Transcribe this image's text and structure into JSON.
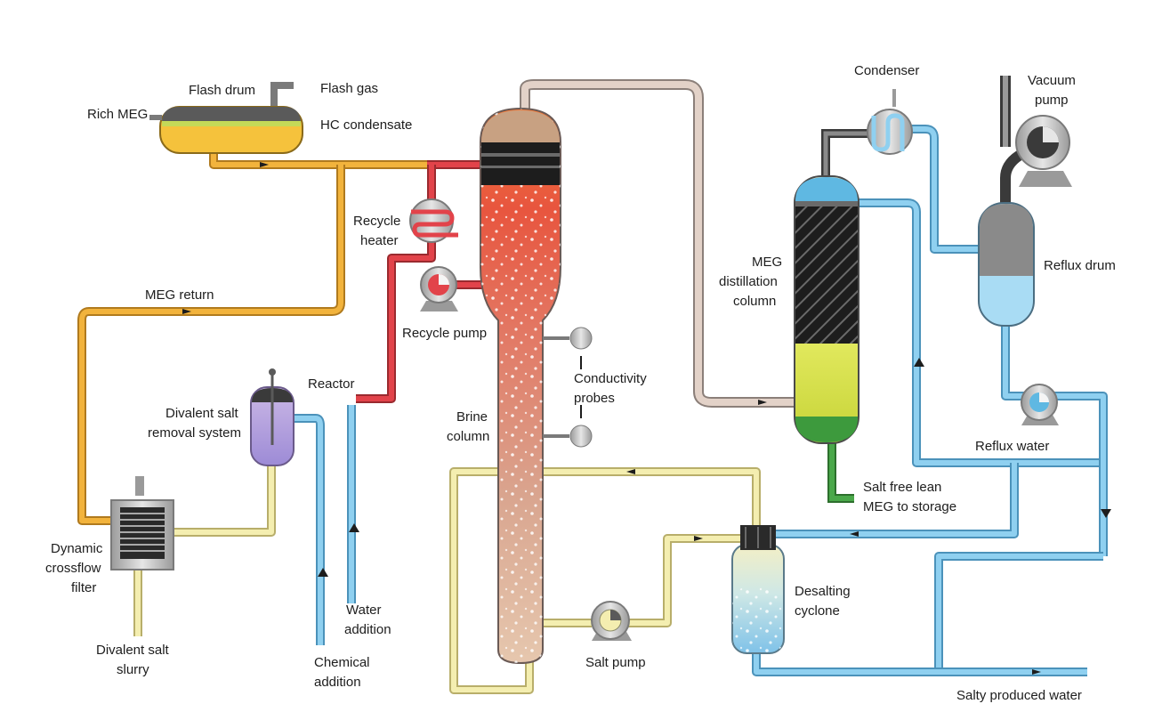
{
  "labels": {
    "flash_drum": "Flash drum",
    "flash_gas": "Flash gas",
    "rich_meg": "Rich MEG",
    "hc_condensate": "HC condensate",
    "recycle_heater_1": "Recycle",
    "recycle_heater_2": "heater",
    "recycle_pump": "Recycle pump",
    "meg_return": "MEG return",
    "reactor": "Reactor",
    "divalent_salt_removal_1": "Divalent salt",
    "divalent_salt_removal_2": "removal system",
    "dynamic_filter_1": "Dynamic",
    "dynamic_filter_2": "crossflow",
    "dynamic_filter_3": "filter",
    "divalent_slurry_1": "Divalent salt",
    "divalent_slurry_2": "slurry",
    "water_addition_1": "Water",
    "water_addition_2": "addition",
    "chemical_addition_1": "Chemical",
    "chemical_addition_2": "addition",
    "conductivity_probes_1": "Conductivity",
    "conductivity_probes_2": "probes",
    "brine_column_1": "Brine",
    "brine_column_2": "column",
    "salt_pump": "Salt pump",
    "condenser": "Condenser",
    "vacuum_pump_1": "Vacuum",
    "vacuum_pump_2": "pump",
    "reflux_drum": "Reflux drum",
    "meg_distillation_1": "MEG",
    "meg_distillation_2": "distillation",
    "meg_distillation_3": "column",
    "reflux_water": "Reflux water",
    "salt_free_1": "Salt free lean",
    "salt_free_2": "MEG to storage",
    "desalting_cyclone_1": "Desalting",
    "desalting_cyclone_2": "cyclone",
    "salty_produced_water": "Salty produced water"
  },
  "colors": {
    "meg_stream": "#f2b33c",
    "hot_recycle": "#e2434a",
    "water_stream": "#8fd0f0",
    "vapor_stream": "#d9c3b8",
    "slurry_stream": "#f4eeb0",
    "lean_meg": "#4aa84a",
    "equipment_gray": "#c7c7c7"
  }
}
